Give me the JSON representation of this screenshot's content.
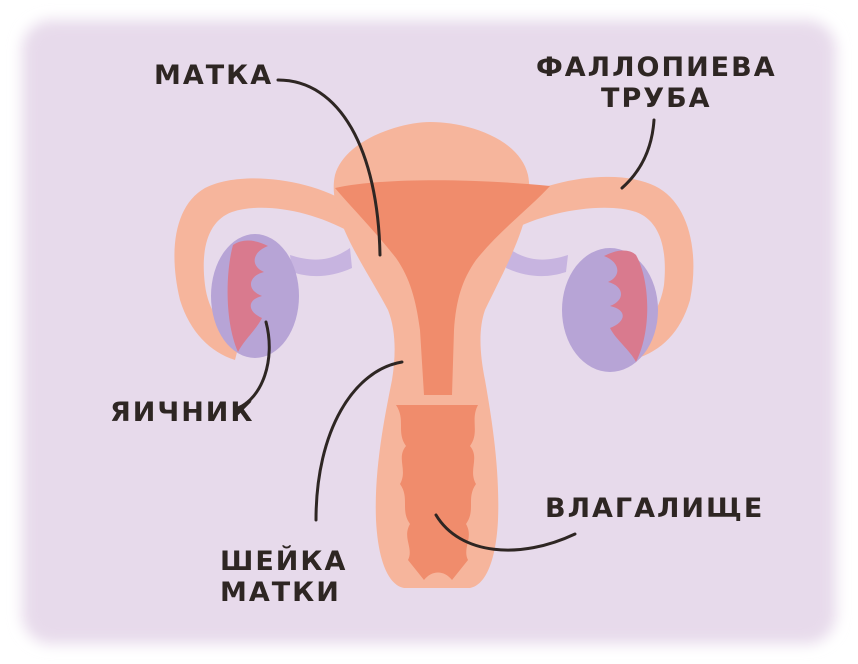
{
  "labels": {
    "uterus": "МАТКА",
    "fallopian_tube": [
      "ФАЛЛОПИЕВА",
      "ТРУБА"
    ],
    "ovary": "ЯИЧНИК",
    "cervix": [
      "ШЕЙКА",
      "МАТКИ"
    ],
    "vagina": "ВЛАГАЛИЩЕ"
  },
  "colors": {
    "background": "#e7daeb",
    "organ_outer": "#f6b59c",
    "organ_inner": "#f08c6c",
    "ovary": "#b7a4d6",
    "ovary_follicle": "#d97a8e",
    "ink": "#2e2623"
  }
}
